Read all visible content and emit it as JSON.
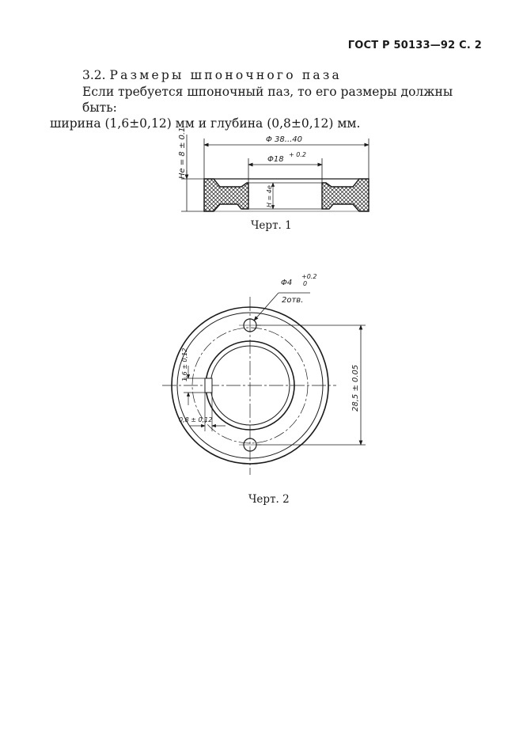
{
  "header": {
    "code": "ГОСТ Р 50133—92 С. 2"
  },
  "section": {
    "number": "3.2.",
    "title": "Размеры шпоночного паза"
  },
  "paragraph": {
    "line1": "Если требуется шпоночный паз, то его размеры должны быть:",
    "line2": "ширина (1,6±0,12) мм и глубина (0,8±0,12) мм."
  },
  "figure1": {
    "caption": "Черт. 1",
    "dim_outer": "Φ 38...40",
    "dim_inner": "Φ18",
    "dim_inner_tol": "+ 0.2",
    "dim_height": "Hе = 8 ± 0.1",
    "dim_inner_height": "H = 4e"
  },
  "figure2": {
    "caption": "Черт. 2",
    "dim_hole": "Φ4",
    "dim_hole_tol_upper": "+0.2",
    "dim_hole_tol_lower": "0",
    "dim_hole_count": "2отв.",
    "dim_pitch": "28,5 ± 0.05",
    "dim_key_width": "1,6 ± 0,12",
    "dim_key_depth": "0,8 ± 0,12"
  }
}
